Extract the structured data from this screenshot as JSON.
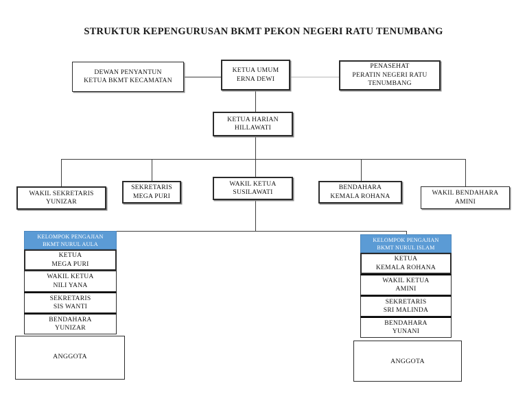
{
  "title": "STRUKTUR KEPENGURUSAN BKMT PEKON NEGERI RATU TENUMBANG",
  "colors": {
    "group_header_bg": "#5B9BD5",
    "group_header_text": "#FFFFFF",
    "box_border": "#2B2B2B",
    "connector": "#3D3D3D",
    "connector_light": "#B8B8B8",
    "page_bg": "#FFFFFF",
    "text": "#111111"
  },
  "nodes": {
    "dewan_penyantun": {
      "line1": "DEWAN PENYANTUN",
      "line2": "KETUA BKMT KECAMATAN"
    },
    "ketua_umum": {
      "line1": "KETUA UMUM",
      "line2": "ERNA DEWI"
    },
    "penasehat": {
      "line1": "PENASEHAT",
      "line2": "PERATIN NEGERI RATU",
      "line3": "TENUMBANG"
    },
    "ketua_harian": {
      "line1": "KETUA HARIAN",
      "line2": "HILLAWATI"
    },
    "wakil_sekretaris": {
      "line1": "WAKIL SEKRETARIS",
      "line2": "YUNIZAR"
    },
    "sekretaris": {
      "line1": "SEKRETARIS",
      "line2": "MEGA PURI"
    },
    "wakil_ketua": {
      "line1": "WAKIL KETUA",
      "line2": "SUSILAWATI"
    },
    "bendahara": {
      "line1": "BENDAHARA",
      "line2": "KEMALA ROHANA"
    },
    "wakil_bendahara": {
      "line1": "WAKIL BENDAHARA",
      "line2": "AMINI"
    }
  },
  "groups": {
    "nurul_aula": {
      "header_line1": "KELOMPOK PENGAJIAN",
      "header_line2": "BKMT NURUL AULA",
      "rows": [
        {
          "role": "KETUA",
          "name": "MEGA PURI"
        },
        {
          "role": "WAKIL KETUA",
          "name": "NILI YANA"
        },
        {
          "role": "SEKRETARIS",
          "name": "SIS WANTI"
        },
        {
          "role": "BENDAHARA",
          "name": "YUNIZAR"
        }
      ],
      "members_label": "ANGGOTA"
    },
    "nurul_islam": {
      "header_line1": "KELOMPOK PENGAJIAN",
      "header_line2": "BKMT NURUL ISLAM",
      "rows": [
        {
          "role": "KETUA",
          "name": "KEMALA ROHANA"
        },
        {
          "role": "WAKIL KETUA",
          "name": "AMINI"
        },
        {
          "role": "SEKRETARIS",
          "name": "SRI MALINDA"
        },
        {
          "role": "BENDAHARA",
          "name": "YUNANI"
        }
      ],
      "members_label": "ANGGOTA"
    }
  },
  "chart_data": {
    "type": "diagram",
    "diagram_kind": "organizational-chart",
    "title": "STRUKTUR KEPENGURUSAN BKMT PEKON NEGERI RATU TENUMBANG",
    "levels": [
      {
        "level": 1,
        "nodes": [
          "DEWAN PENYANTUN / KETUA BKMT KECAMATAN",
          "KETUA UMUM / ERNA DEWI",
          "PENASEHAT / PERATIN NEGERI RATU TENUMBANG"
        ]
      },
      {
        "level": 2,
        "nodes": [
          "KETUA HARIAN / HILLAWATI"
        ]
      },
      {
        "level": 3,
        "nodes": [
          "WAKIL SEKRETARIS / YUNIZAR",
          "SEKRETARIS / MEGA PURI",
          "WAKIL KETUA / SUSILAWATI",
          "BENDAHARA / KEMALA ROHANA",
          "WAKIL BENDAHARA / AMINI"
        ]
      },
      {
        "level": 4,
        "nodes": [
          "KELOMPOK PENGAJIAN BKMT NURUL AULA",
          "KELOMPOK PENGAJIAN BKMT NURUL ISLAM"
        ]
      }
    ],
    "edges": [
      {
        "from": "KETUA UMUM",
        "to": "DEWAN PENYANTUN",
        "style": "solid-horizontal"
      },
      {
        "from": "KETUA UMUM",
        "to": "PENASEHAT",
        "style": "light-horizontal"
      },
      {
        "from": "KETUA UMUM",
        "to": "KETUA HARIAN",
        "style": "solid-vertical"
      },
      {
        "from": "KETUA HARIAN",
        "to": "WAKIL SEKRETARIS",
        "style": "elbow"
      },
      {
        "from": "KETUA HARIAN",
        "to": "SEKRETARIS",
        "style": "elbow"
      },
      {
        "from": "KETUA HARIAN",
        "to": "WAKIL KETUA",
        "style": "solid-vertical"
      },
      {
        "from": "KETUA HARIAN",
        "to": "BENDAHARA",
        "style": "elbow"
      },
      {
        "from": "KETUA HARIAN",
        "to": "WAKIL BENDAHARA",
        "style": "elbow"
      },
      {
        "from": "WAKIL KETUA",
        "to": "KELOMPOK PENGAJIAN BKMT NURUL AULA",
        "style": "elbow"
      },
      {
        "from": "WAKIL KETUA",
        "to": "KELOMPOK PENGAJIAN BKMT NURUL ISLAM",
        "style": "elbow"
      }
    ]
  }
}
